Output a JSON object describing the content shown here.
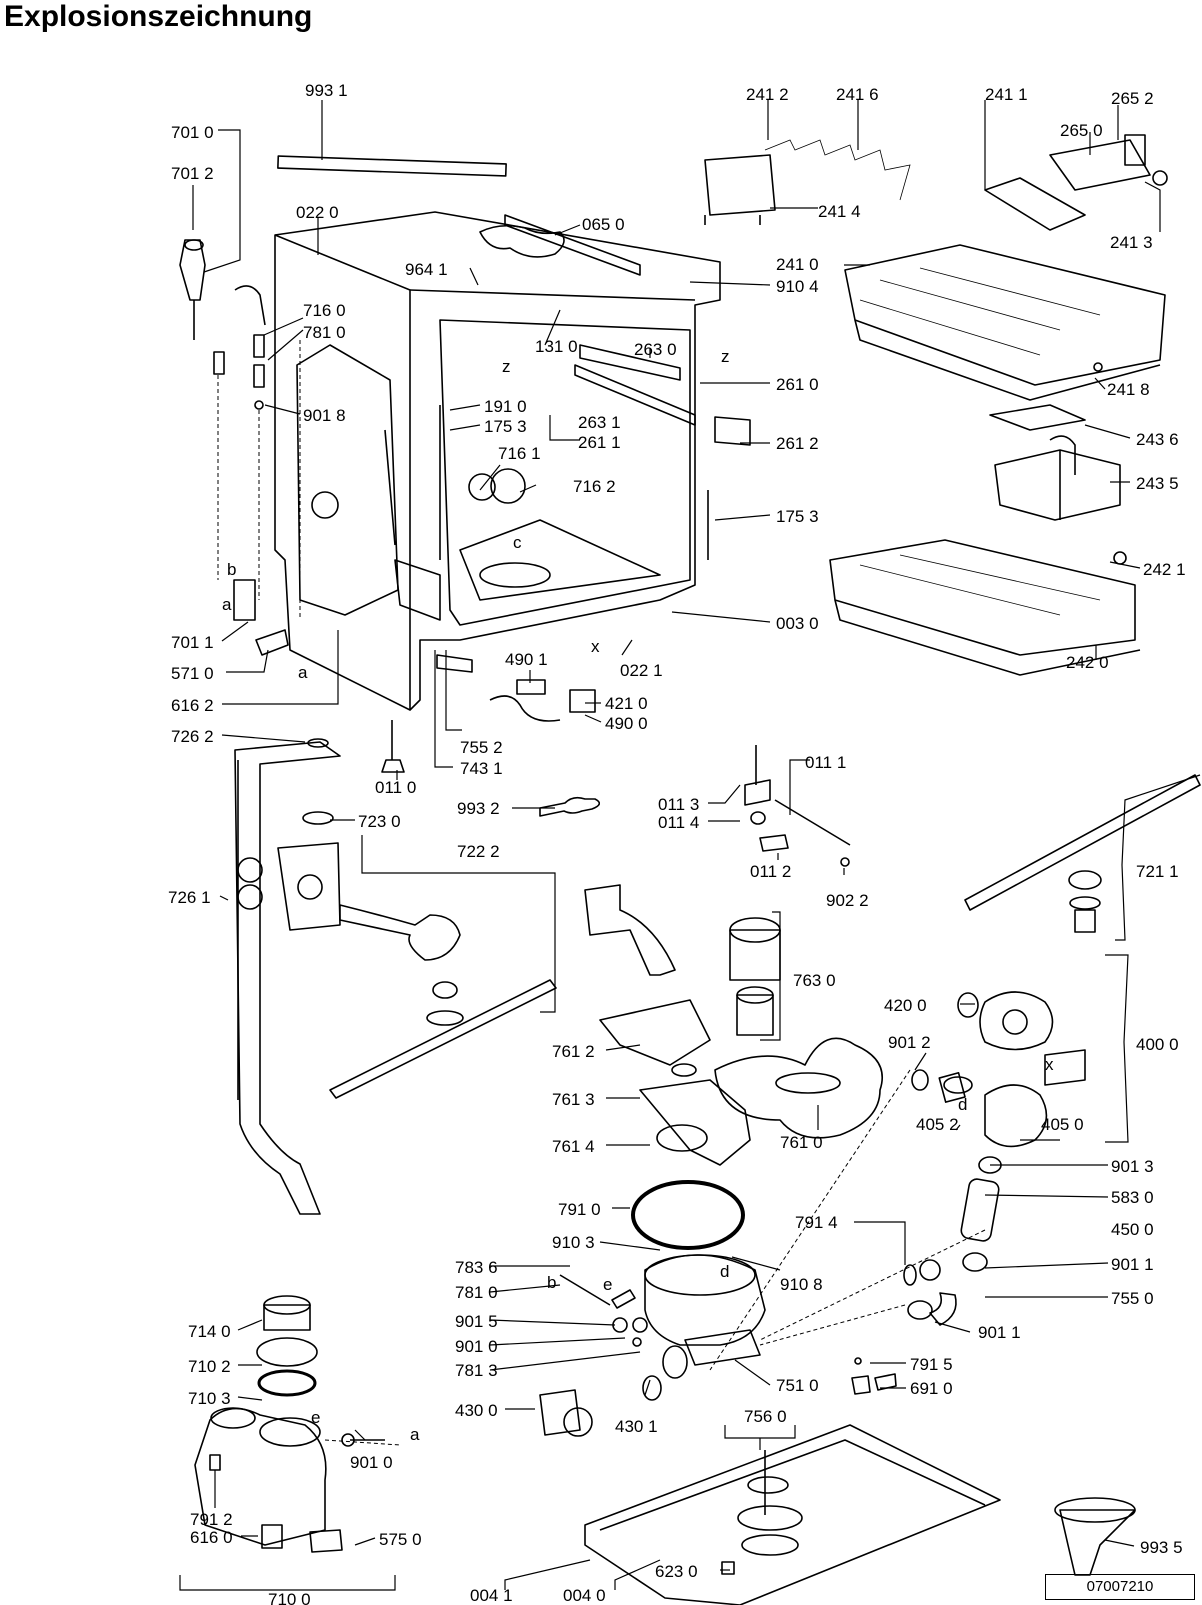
{
  "title": "Explosionszeichnung",
  "document_number": "07007210",
  "part_labels": [
    "993 1",
    "701 0",
    "701 2",
    "022 0",
    "065 0",
    "964 1",
    "910 4",
    "716 0",
    "781 0",
    "901 8",
    "131 0",
    "263 0",
    "261 0",
    "191 0",
    "175 3",
    "263 1",
    "261 1",
    "261 2",
    "716 1",
    "716 2",
    "175 3",
    "003 0",
    "022 1",
    "701 1",
    "571 0",
    "616 2",
    "490 1",
    "421 0",
    "490 0",
    "755 2",
    "743 1",
    "011 0",
    "726 2",
    "723 0",
    "993 2",
    "722 2",
    "726 1",
    "011 1",
    "011 3",
    "011 4",
    "011 2",
    "902 2",
    "241 2",
    "241 6",
    "241 1",
    "265 2",
    "265 0",
    "241 4",
    "241 3",
    "241 0",
    "241 8",
    "243 6",
    "243 5",
    "242 1",
    "242 0",
    "721 1",
    "763 0",
    "420 0",
    "400 0",
    "901 2",
    "761 2",
    "761 3",
    "761 0",
    "405 2",
    "405 0",
    "761 4",
    "791 0",
    "901 3",
    "583 0",
    "450 0",
    "791 4",
    "910 3",
    "783 6",
    "910 8",
    "901 1",
    "781 0",
    "755 0",
    "901 5",
    "901 0",
    "781 3",
    "901 1",
    "791 5",
    "751 0",
    "691 0",
    "430 0",
    "430 1",
    "756 0",
    "714 0",
    "710 2",
    "710 3",
    "901 0",
    "791 2",
    "616 0",
    "575 0",
    "623 0",
    "993 5",
    "004 1",
    "004 0",
    "710 0"
  ],
  "letter_markers": [
    "a",
    "b",
    "c",
    "d",
    "e",
    "x",
    "z"
  ]
}
